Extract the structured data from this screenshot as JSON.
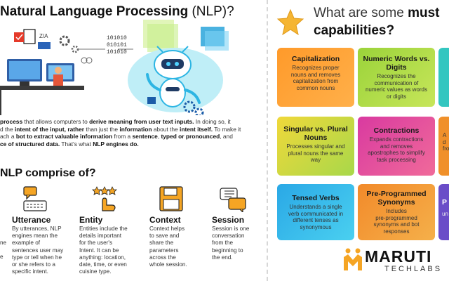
{
  "left": {
    "title_main": "Natural Language Processing",
    "title_suffix": "(NLP)?",
    "binary_lines": [
      "101010",
      "010101",
      "101010"
    ],
    "paragraph": {
      "p1": "process",
      "p2": " that allows computers to ",
      "p3": "derive meaning from user text inputs.",
      "p4": " In doing so, it",
      "p5": "d the ",
      "p6": "intent of the input, rather",
      "p7": " than just the ",
      "p8": "information",
      "p9": " about the ",
      "p10": "intent itself.",
      "p11": " To make it",
      "p12": "ach a ",
      "p13": "bot to extract valuable information",
      "p14": " from a ",
      "p15": "sentence",
      "p16": ", ",
      "p17": "typed or pronounced",
      "p18": ", and",
      "p19": "ce of structured data.",
      "p20": " That's what ",
      "p21": "NLP engines do."
    },
    "comprise_title": "NLP comprise of?",
    "components": [
      {
        "name": "Utterance",
        "icon": "chat-keyboard-icon",
        "desc": [
          "By utterances, NLP",
          "engines mean the",
          "example of",
          "sentences user may",
          "type or tell when he",
          "or she refers to a",
          "specific intent."
        ]
      },
      {
        "name": "Entity",
        "icon": "hand-stars-icon",
        "desc": [
          "Entities include the",
          "details important",
          "for the user's",
          "Intent. It can be",
          "anything: location,",
          "date, time, or even",
          "cuisine type."
        ]
      },
      {
        "name": "Context",
        "icon": "floppy-disk-icon",
        "desc": [
          "Context helps",
          "to save and",
          "share the",
          "parameters",
          "across the",
          "whole session."
        ]
      },
      {
        "name": "Session",
        "icon": "speech-bubbles-icon",
        "desc": [
          "Session is one",
          "conversation",
          "from the",
          "beginning to",
          "the end."
        ]
      }
    ],
    "side_fragments": [
      "ne",
      "e"
    ]
  },
  "right": {
    "title_line1_a": "What are some ",
    "title_line1_b": "must",
    "title_line2": "capabilities?",
    "cards": [
      {
        "title": "Capitalization",
        "desc": [
          "Recognizes proper",
          "nouns and removes",
          "capitalization from",
          "common nouns"
        ],
        "color": "#ff8c1a"
      },
      {
        "title": "Numeric Words vs. Digits",
        "desc": [
          "Recognizes the",
          "communication of",
          "numeric values as words",
          "or digits"
        ],
        "color": "#a6d63a"
      },
      {
        "title": "Singular vs. Plural Nouns",
        "desc": [
          "Processes singular and",
          "plural nouns the same",
          "way"
        ],
        "color": "#f2d93a"
      },
      {
        "title": "Contractions",
        "desc": [
          "Expands contractions",
          "and removes",
          "apostrophes to simplify",
          "task processing"
        ],
        "color": "#e0409a"
      },
      {
        "title": "Tensed Verbs",
        "desc": [
          "Understands a single",
          "verb communicated in",
          "different tenses as",
          "synonymous"
        ],
        "color": "#2fb8e6"
      },
      {
        "title": "Pre-Programmed Synonyms",
        "desc": [
          "Includes",
          "pre-programmed",
          "synonyms and bot",
          "responses"
        ],
        "color": "#f07a2a"
      }
    ],
    "partial_cards": [
      {
        "title": "",
        "desc": [],
        "color": "#33c6c0"
      },
      {
        "title": "",
        "desc": [
          "A",
          "d",
          "fro"
        ],
        "color": "#f0902a"
      },
      {
        "title": "P",
        "desc": [
          "",
          "un"
        ],
        "color": "#6a4dc8"
      }
    ]
  },
  "brand": {
    "name": "MARUTI",
    "sub": "TECHLABS"
  }
}
